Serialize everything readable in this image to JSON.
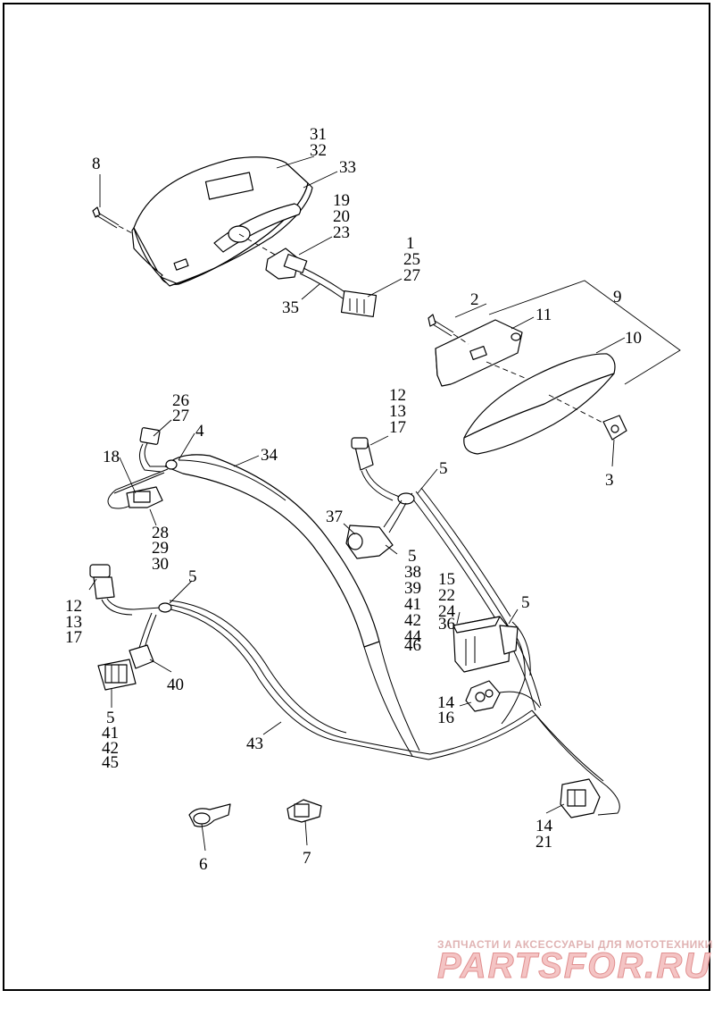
{
  "callouts": {
    "c31": "31",
    "c32": "32",
    "c33": "33",
    "c8": "8",
    "c19": "19",
    "c20": "20",
    "c23": "23",
    "c1": "1",
    "c25": "25",
    "c27a": "27",
    "c35": "35",
    "c2": "2",
    "c9": "9",
    "c11": "11",
    "c10": "10",
    "c3": "3",
    "c26": "26",
    "c27b": "27",
    "c4": "4",
    "c34": "34",
    "c18": "18",
    "c28": "28",
    "c29": "29",
    "c30": "30",
    "c12a": "12",
    "c13a": "13",
    "c17a": "17",
    "c5a": "5",
    "c37": "37",
    "c5b": "5",
    "c38": "38",
    "c39": "39",
    "c41a": "41",
    "c42a": "42",
    "c44": "44",
    "c46": "46",
    "c15": "15",
    "c22": "22",
    "c24": "24",
    "c36": "36",
    "c5c": "5",
    "c12b": "12",
    "c13b": "13",
    "c17b": "17",
    "c5d": "5",
    "c40": "40",
    "c5e": "5",
    "c41b": "41",
    "c42b": "42",
    "c45": "45",
    "c14a": "14",
    "c16": "16",
    "c43": "43",
    "c14b": "14",
    "c21": "21",
    "c6": "6",
    "c7": "7"
  },
  "watermark": {
    "subtitle": "ЗАПЧАСТИ И АКСЕССУАРЫ ДЛЯ МОТОТЕХНИКИ",
    "brand": "PARTSFOR.RU"
  },
  "colors": {
    "line": "#000000",
    "background": "#ffffff",
    "watermark": "#f4c4c4"
  }
}
